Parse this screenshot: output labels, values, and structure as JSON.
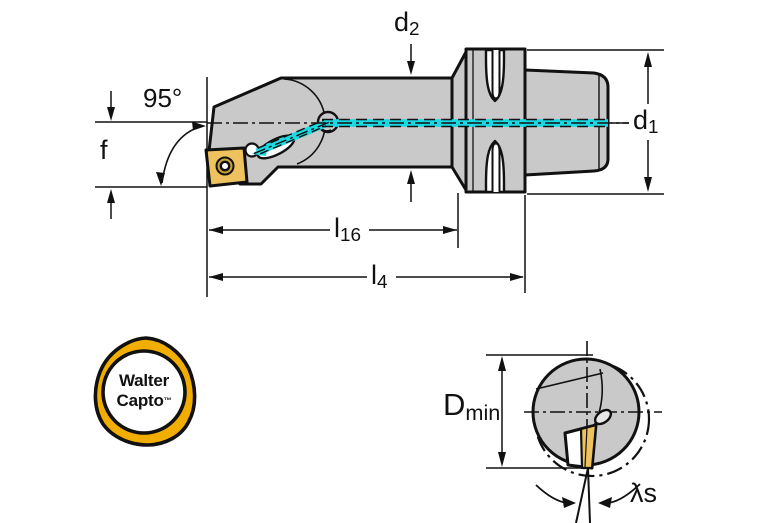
{
  "labels": {
    "d2": {
      "base": "d",
      "sub": "2"
    },
    "angle": "95°",
    "f": "f",
    "d1": {
      "base": "d",
      "sub": "1"
    },
    "l16": {
      "base": "l",
      "sub": "16"
    },
    "l4": {
      "base": "l",
      "sub": "4"
    },
    "dmin": {
      "base": "D",
      "sub": "min"
    },
    "lambda": "λs"
  },
  "logo": {
    "line1": "Walter",
    "line2": "Capto",
    "tm": "™"
  },
  "colors": {
    "body_gray": "#c9c9c9",
    "insert_yellow": "#eec25e",
    "logo_yellow": "#f2ae00",
    "coolant_cyan": "#1bd9e2",
    "line": "#111111"
  }
}
